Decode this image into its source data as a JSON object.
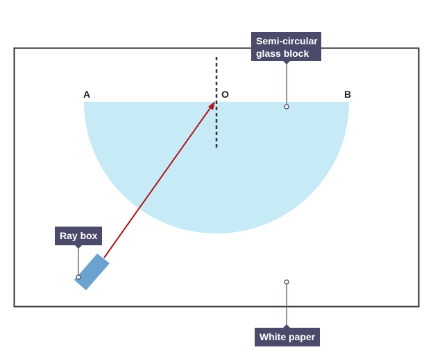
{
  "colors": {
    "frame": "#333333",
    "glass_fill": "#c6ebf6",
    "ray": "#b5121b",
    "ray_box": "#6aa3d0",
    "label_bg": "#4b4a6b",
    "label_text": "#ffffff",
    "leader_line": "#6b6a88",
    "normal_line": "#333333"
  },
  "points": {
    "a": "A",
    "o": "O",
    "b": "B"
  },
  "labels": {
    "glass_block_line1": "Semi-circular",
    "glass_block_line2": "glass block",
    "ray_box": "Ray box",
    "white_paper": "White paper"
  }
}
